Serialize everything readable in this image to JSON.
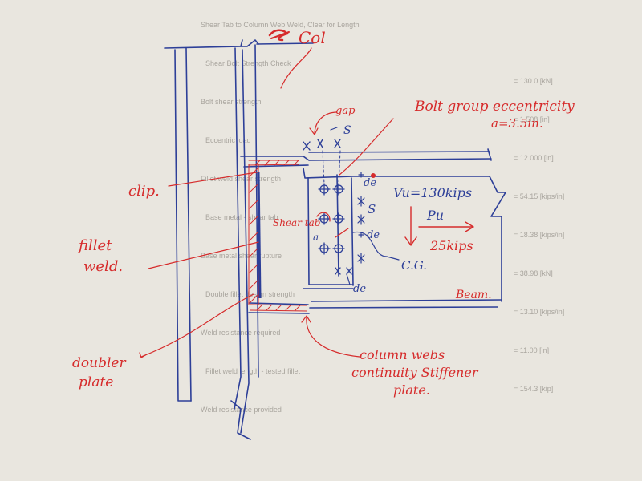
{
  "labels": {
    "col": "Col",
    "gap": "gap",
    "s_top": "S",
    "bolt_group": "Bolt group eccentricity",
    "eccentricity": "a=3.5in.",
    "clip": "clip.",
    "de_top": "de",
    "vu": "Vu=130kips",
    "s_mid": "S",
    "pu": "Pu",
    "kips25": "25kips",
    "shear_tab": "Shear tab",
    "a": "a",
    "fillet": "fillet",
    "weld": "weld.",
    "de_low": "de",
    "de_bottom": "de",
    "cg": "C.G.",
    "beam": "Beam.",
    "doubler1": "doubler",
    "doubler2": "plate",
    "cw1": "column webs",
    "cw2": "continuity Stiffener",
    "cw3": "plate."
  },
  "background_text": [
    "Shear Tab to Column Web Weld, Clear for Length",
    "Shear Bolt Strength Check",
    "Bolt shear strength",
    "Eccentric load",
    "Fillet weld shear strength",
    "Base metal - shear tab",
    "Base metal shear rupture",
    "Double fillet design strength",
    "Weld resistance required",
    "Fillet weld length - tested fillet",
    "Weld resistance provided",
    "= 130.0   [kN]",
    "= 1.508   [in]",
    "= 12.000  [in]",
    "= 54.15   [kips/in]",
    "= 18.38   [kips/in]",
    "= 38.98   [kN]",
    "= 13.10   [kips/in]",
    "= 11.00   [in]",
    "= 154.3   [kip]"
  ],
  "colors": {
    "ink_blue": "#2d3f98",
    "ink_red": "#d62b2b",
    "paper": "#e9e6df"
  }
}
